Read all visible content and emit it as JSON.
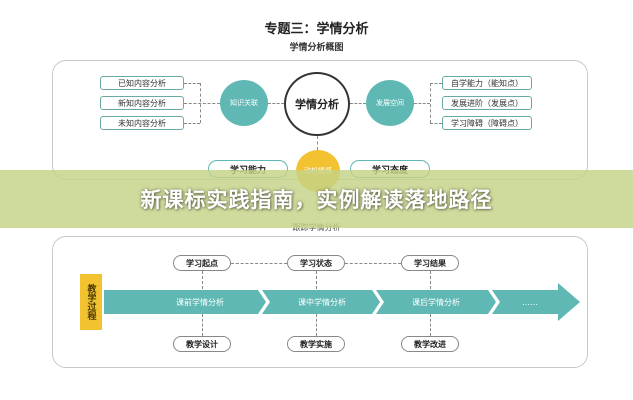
{
  "header": {
    "title": "专题三：学情分析",
    "subtitle": "学情分析概图"
  },
  "overview": {
    "center": "学情分析",
    "left_node": "知识关联",
    "right_node": "发展空间",
    "bottom_node": "动机情感",
    "left_items": [
      "已知内容分析",
      "新知内容分析",
      "未知内容分析"
    ],
    "right_items": [
      "自学能力（能知点）",
      "发展进阶（发展点）",
      "学习障碍（障碍点）"
    ],
    "bottom_left": "学习能力",
    "bottom_right": "学习态度"
  },
  "banner": {
    "text": "新课标实践指南，实例解读落地路径"
  },
  "tracking": {
    "title": "跟踪学情分析",
    "side_label": "教学过程",
    "top_row": [
      "学习起点",
      "学习状态",
      "学习结果"
    ],
    "arrows": [
      "课前学情分析",
      "课中学情分析",
      "课后学情分析",
      "……"
    ],
    "bottom_row": [
      "教学设计",
      "教学实施",
      "教学改进"
    ]
  },
  "colors": {
    "teal": "#5fb8b4",
    "yellow": "#f2c230",
    "banner": "#c4d387"
  }
}
